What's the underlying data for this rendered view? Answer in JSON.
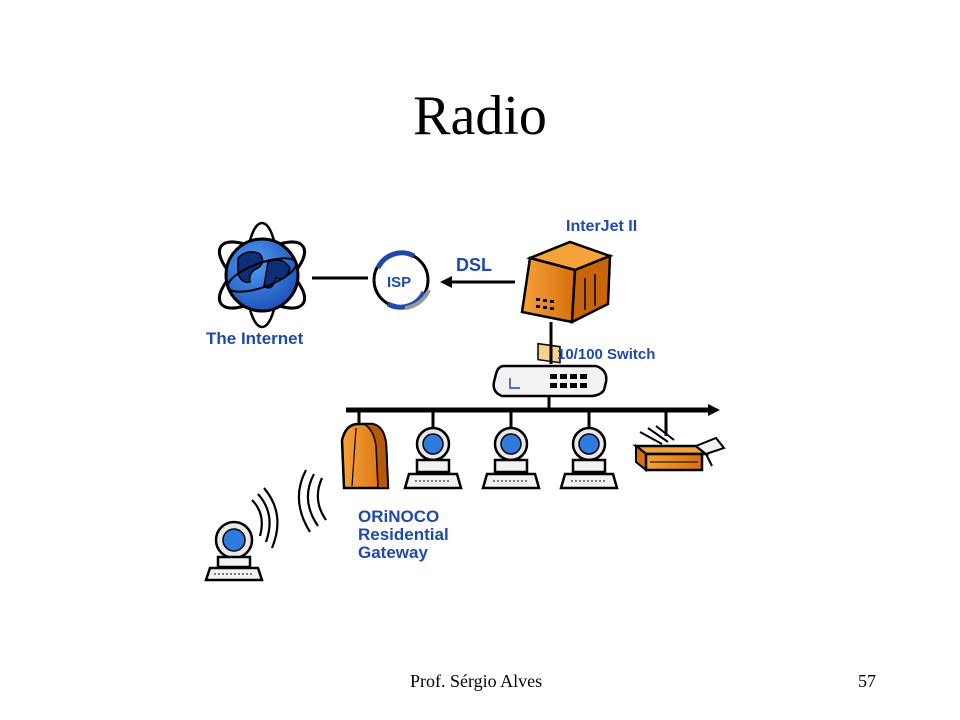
{
  "slide": {
    "title": "Radio",
    "footer_author": "Prof. Sérgio Alves",
    "page_number": "57"
  },
  "diagram": {
    "labels": {
      "internet": "The Internet",
      "isp": "ISP",
      "dsl": "DSL",
      "interjet": "InterJet II",
      "switch": "10/100 Switch",
      "gateway_line1": "ORiNOCO",
      "gateway_line2": "Residential",
      "gateway_line3": "Gateway"
    },
    "icons": [
      "globe-icon",
      "isp-icon",
      "interjet-device-icon",
      "network-switch-icon",
      "wireless-gateway-icon",
      "desktop-computer-icon",
      "printer-icon",
      "radio-waves-icon",
      "wireless-laptop-icon"
    ],
    "colors": {
      "accent_blue": "#1f4aa8",
      "device_orange": "#f08c1e",
      "screen_blue": "#2f7be0",
      "line": "#000000"
    }
  }
}
